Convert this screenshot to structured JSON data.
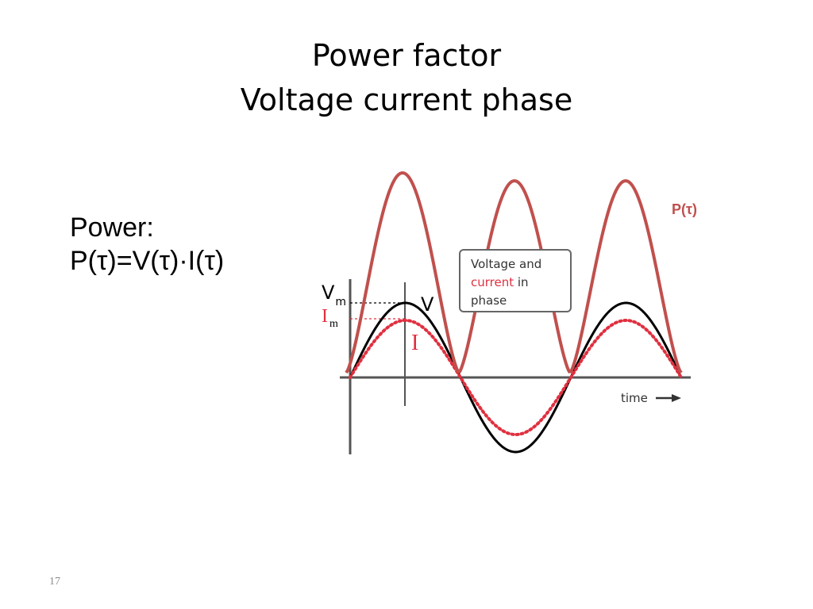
{
  "slide": {
    "title_line1": "Power factor",
    "title_line2": "Voltage current phase",
    "body_line1": "Power:",
    "body_line2": "P(τ)=V(τ)·I(τ)",
    "slide_number": "17"
  },
  "diagram": {
    "power_label": "P(τ)",
    "box_line1": "Voltage and",
    "box_line2_red": "current",
    "box_line2_rest": " in",
    "box_line3": "phase",
    "vm_label_main": "V",
    "vm_label_sub": "m",
    "im_label_main": "I",
    "im_label_sub": "m",
    "v_label": "V",
    "i_label": "I",
    "time_label": "time",
    "colors": {
      "power": "#c0504d",
      "voltage": "#000000",
      "current": "#e03040",
      "axis": "#555555",
      "box_border": "#666666"
    }
  }
}
